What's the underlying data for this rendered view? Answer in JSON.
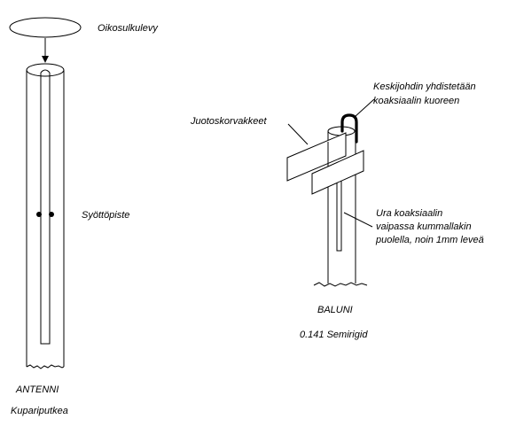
{
  "labels": {
    "short_disc": "Oikosulkulevy",
    "feed_point": "Syöttöpiste",
    "antenna_title": "ANTENNI",
    "antenna_material": "Kupariputkea",
    "center_conductor_line1": "Keskijohdin yhdistetään",
    "center_conductor_line2": "koaksiaalin kuoreen",
    "solder_tabs": "Juotoskorvakkeet",
    "slot_line1": "Ura koaksiaalin",
    "slot_line2": "vaipassa kummallakin",
    "slot_line3": "puolella, noin 1mm leveä",
    "balun_title": "BALUNI",
    "balun_cable": "0.141 Semirigid"
  },
  "colors": {
    "ink": "#000000",
    "background": "#ffffff"
  }
}
